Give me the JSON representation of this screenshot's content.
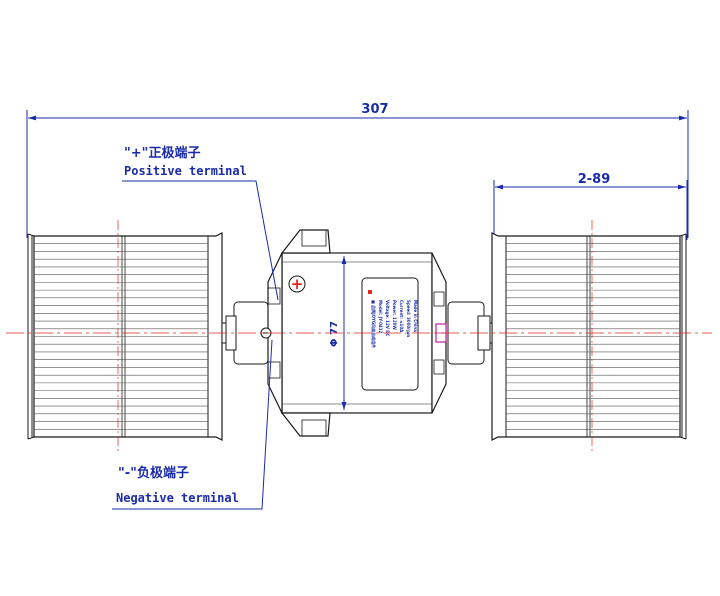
{
  "dimensions": {
    "overall_length": "307",
    "wheel_width": "2-89",
    "motor_diameter": "Φ 77"
  },
  "terminals": {
    "positive": {
      "label_zh": "\"+\"正极端子",
      "label_en": "Positive terminal",
      "symbol": "+"
    },
    "negative": {
      "label_zh": "\"-\"负极端子",
      "label_en": "Negative terminal",
      "symbol": "-"
    }
  },
  "colors": {
    "line": "#1a2ba8",
    "outline": "#1a1a1a",
    "centerline": "#e0281e",
    "positive_symbol": "#e0281e",
    "plate_mark": "#c0209a"
  },
  "nameplate": {
    "lines": [
      "■ 品牌JOYG风扇总成组件",
      "Model: JY-0412",
      "Voltage: 12V DC",
      "Power: 120W",
      "Current: ≤10A",
      "Speed: 3000rpm",
      "Made in China"
    ]
  }
}
